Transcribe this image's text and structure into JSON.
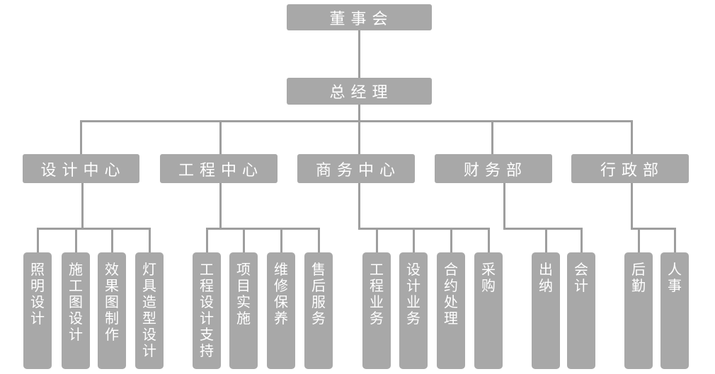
{
  "chart": {
    "type": "org-chart",
    "root": {
      "label": "董事会"
    },
    "general_manager": {
      "label": "总经理"
    },
    "departments": [
      {
        "label": "设计中心",
        "children": [
          "照明设计",
          "施工图设计",
          "效果图制作",
          "灯具造型设计"
        ]
      },
      {
        "label": "工程中心",
        "children": [
          "工程设计支持",
          "项目实施",
          "维修保养",
          "售后服务"
        ]
      },
      {
        "label": "商务中心",
        "children": [
          "工程业务",
          "设计业务",
          "合约处理",
          "采购"
        ]
      },
      {
        "label": "财务部",
        "children": [
          "出纳",
          "会计"
        ]
      },
      {
        "label": "行政部",
        "children": [
          "后勤",
          "人事"
        ]
      }
    ],
    "colors": {
      "box_fill": "#a8a8a8",
      "connector_line": "#9e9e9e",
      "text": "#ffffff",
      "background": "#ffffff"
    }
  }
}
